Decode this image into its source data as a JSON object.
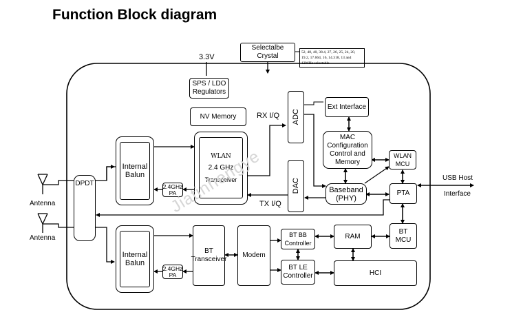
{
  "title": "Function Block diagram",
  "supply": "3.3V",
  "crystal": {
    "label": "Selectalbe Crystal",
    "note": "52, 48, 40, 38.4, 27, 26, 25, 24, 20, 19.2, 17.664, 16, 14.318, 13 and 12MHz selectable"
  },
  "blocks": {
    "sps": "SPS / LDO Regulators",
    "nv": "NV Memory",
    "wlan_title": "WLAN",
    "wlan_freq": "2.4 GHz",
    "wlan_trx": "Transceiver",
    "adc": "ADC",
    "dac": "DAC",
    "ext": "Ext Interface",
    "mac": "MAC Configuration Control and Memory",
    "wlan_mcu": "WLAN MCU",
    "baseband": "Baseband (PHY)",
    "pta": "PTA",
    "balun1": "Internal Balun",
    "pa1": "2.4GHz PA",
    "dpdt": "DPDT",
    "balun2": "Internal Balun",
    "pa2": "2.4GHz PA",
    "bt_trx": "BT Transceiver",
    "modem": "Modem",
    "bt_bb": "BT BB Controller",
    "bt_le": "BT LE Controller",
    "ram": "RAM",
    "bt_mcu": "BT MCU",
    "hci": "HCI"
  },
  "labels": {
    "rx": "RX I/Q",
    "tx": "TX I/Q",
    "usb": "USB Host",
    "iface": "Interface",
    "antenna1": "Antenna",
    "antenna2": "Antenna"
  },
  "watermark": "Jiatinhengye"
}
